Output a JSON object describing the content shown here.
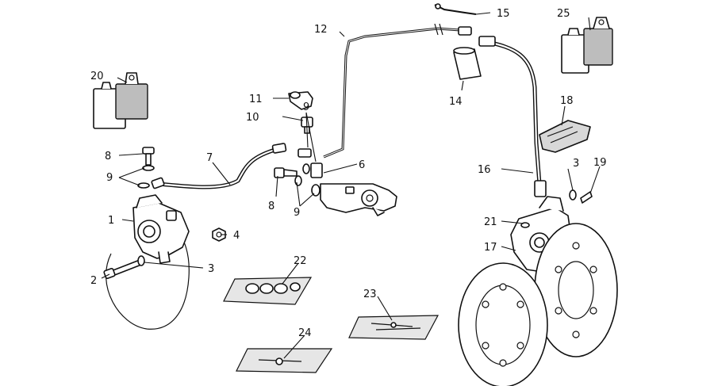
{
  "callouts": {
    "n1": "1",
    "n2": "2",
    "n3a": "3",
    "n3b": "3",
    "n4": "4",
    "n6": "6",
    "n7": "7",
    "n8a": "8",
    "n8b": "8",
    "n9a": "9",
    "n9b": "9",
    "n9c": "9",
    "n10": "10",
    "n11": "11",
    "n12": "12",
    "n14": "14",
    "n15": "15",
    "n16": "16",
    "n17": "17",
    "n18": "18",
    "n19": "19",
    "n20": "20",
    "n21": "21",
    "n22": "22",
    "n23": "23",
    "n24": "24",
    "n25": "25"
  },
  "colors": {
    "line": "#111111",
    "background": "#ffffff",
    "shading": "#bdbdbd"
  }
}
